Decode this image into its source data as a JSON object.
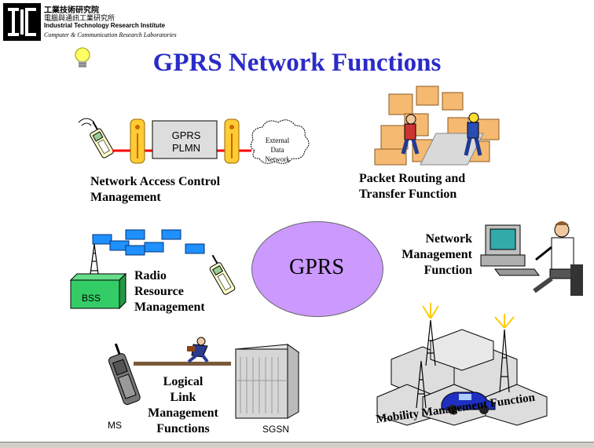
{
  "org": {
    "name_zh": "工業技術研究院",
    "dept_zh": "電腦與通訊工業研究所",
    "name_en": "Industrial Technology Research Institute",
    "dept_en": "Computer & Communication Research Laboratories"
  },
  "title": "GPRS Network Functions",
  "network_access": {
    "plmn_line1": "GPRS",
    "plmn_line2": "PLMN",
    "cloud_line1": "External",
    "cloud_line2": "Data",
    "cloud_line3": "Network",
    "label_line1": "Network Access Control",
    "label_line2": "Management"
  },
  "packet_routing": {
    "label_line1": "Packet Routing and",
    "label_line2": "Transfer Function"
  },
  "radio": {
    "bss": "BSS",
    "label_line1": "Radio",
    "label_line2": "Resource",
    "label_line3": "Management"
  },
  "center": {
    "label": "GPRS"
  },
  "network_mgmt": {
    "label_line1": "Network",
    "label_line2": "Management",
    "label_line3": "Function"
  },
  "logical_link": {
    "label_line1": "Logical",
    "label_line2": "Link",
    "label_line3": "Management",
    "label_line4": "Functions",
    "ms": "MS",
    "sgsn": "SGSN"
  },
  "mobility": {
    "label": "Mobility Management Function"
  },
  "colors": {
    "title": "#2b2bc8",
    "ellipse": "#cc99ff",
    "bss": "#33cc66",
    "cube": "#1e90ff",
    "link": "#ff0000"
  }
}
